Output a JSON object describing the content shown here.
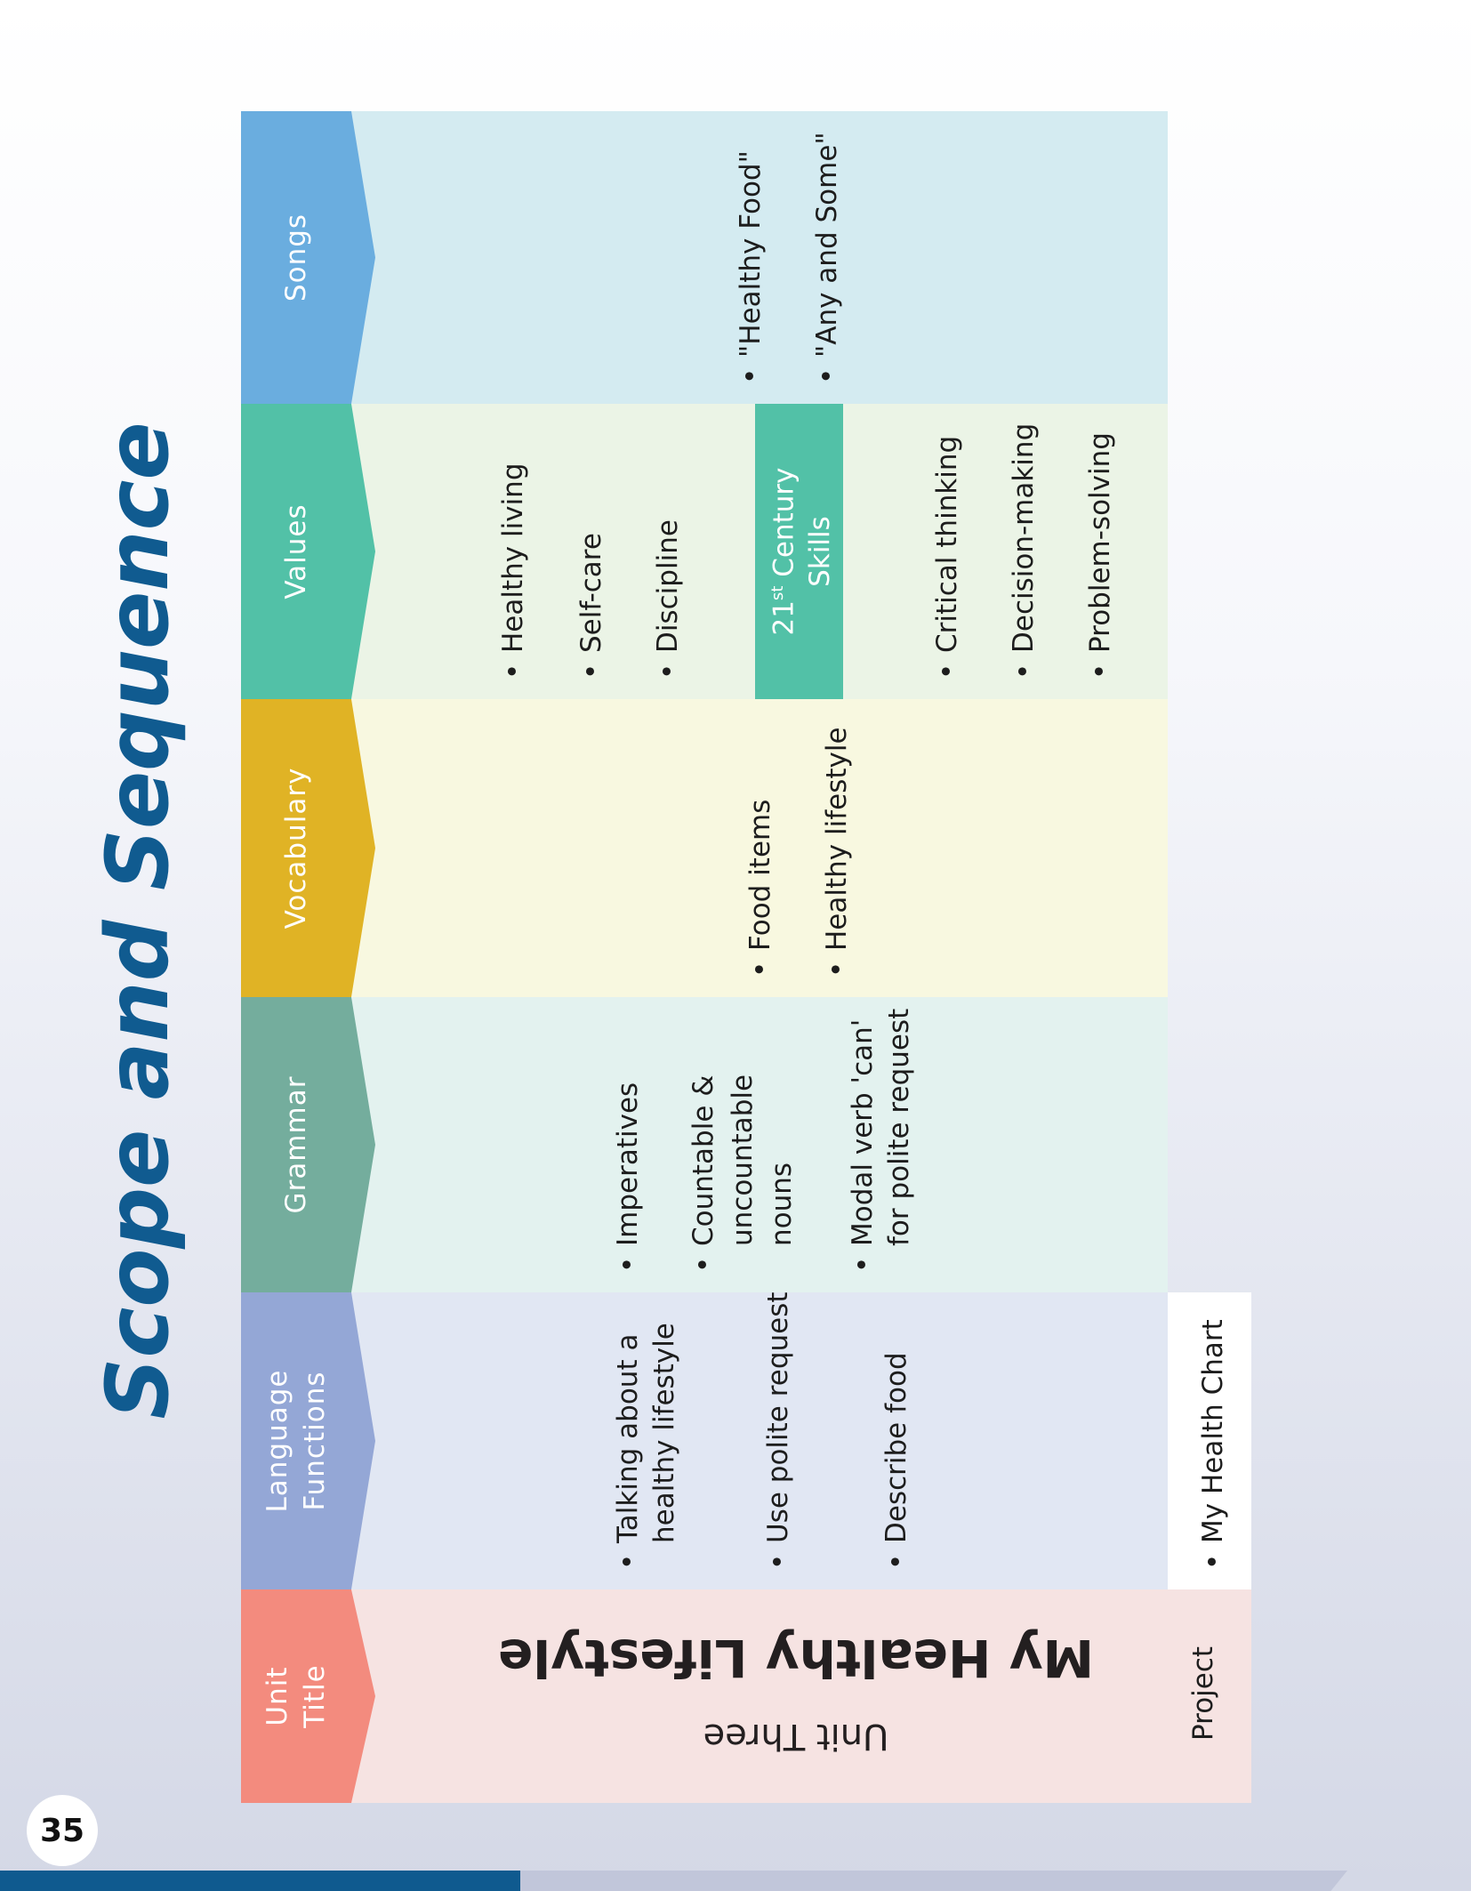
{
  "title": "Scope and Sequence",
  "page_number": "35",
  "colors": {
    "title": "#105b90",
    "accent_bar": "#0f5a8f"
  },
  "columns": {
    "songs": {
      "header": [
        "Songs"
      ],
      "header_color": "#6aaddf",
      "band_color": "#d4ebf1",
      "items": [
        "\"Healthy Food\"",
        "\"Any and Some\""
      ]
    },
    "values": {
      "header": [
        "Values"
      ],
      "header_color": "#52c1a7",
      "band_color": "#ebf4e6",
      "items": [
        "Healthy living",
        "Self-care",
        "Discipline"
      ],
      "skills_box": {
        "num": "21",
        "sup": "st",
        "rest": " Century",
        "line2": "Skills"
      },
      "skills": [
        "Critical thinking",
        "Decision-making",
        "Problem-solving"
      ]
    },
    "vocabulary": {
      "header": [
        "Vocabulary"
      ],
      "header_color": "#e0b325",
      "band_color": "#f8f8e0",
      "items": [
        "Food items",
        "Healthy lifestyle"
      ]
    },
    "grammar": {
      "header": [
        "Grammar"
      ],
      "header_color": "#74ad9d",
      "band_color": "#e3f2ef",
      "items": [
        [
          "Imperatives"
        ],
        [
          "Countable &",
          "uncountable",
          "nouns"
        ],
        [
          "Modal verb 'can'",
          "for polite request"
        ]
      ]
    },
    "language_functions": {
      "header": [
        "Language",
        "Functions"
      ],
      "header_color": "#94a7d6",
      "band_color": "#e1e7f3",
      "items": [
        [
          "Talking about a",
          "healthy lifestyle"
        ],
        [
          "Use polite request"
        ],
        [
          "Describe food"
        ]
      ],
      "project_item": "My Health Chart"
    },
    "unit_title": {
      "header": [
        "Unit",
        "Title"
      ],
      "header_color": "#f38b7e",
      "band_color": "#f6e3e2",
      "unit_number": "Unit Three",
      "unit_name": "My Healthy Lifestyle",
      "project_label": "Project"
    }
  }
}
